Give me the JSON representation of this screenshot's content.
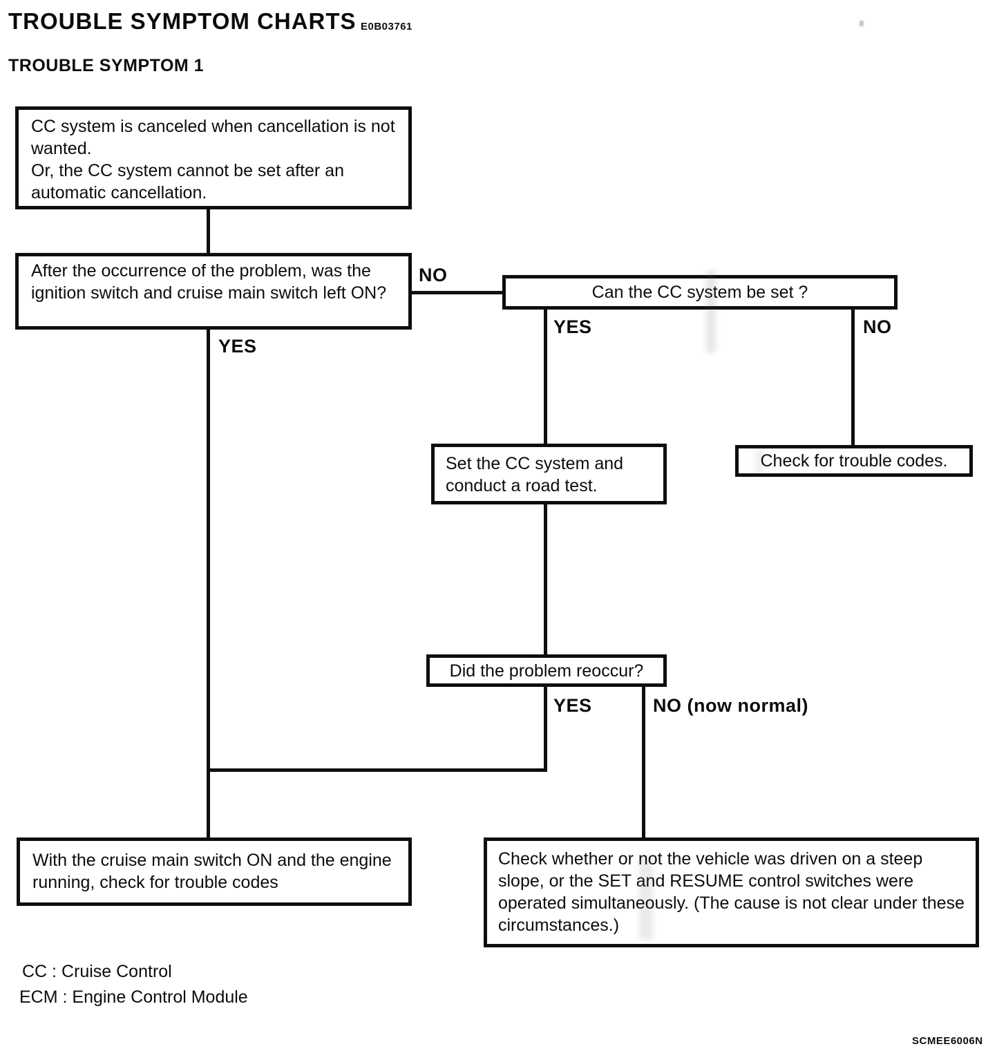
{
  "header": {
    "title": "TROUBLE SYMPTOM CHARTS",
    "code": "E0B03761",
    "section": "TROUBLE SYMPTOM 1"
  },
  "flowchart": {
    "nodes": {
      "symptom_line1": "CC system is canceled when cancellation is not wanted.",
      "symptom_line2": "Or, the CC system cannot be set after an automatic cancellation.",
      "q_switch_left_on": "After the occurrence of the problem, was the ignition switch and cruise main switch left ON?",
      "q_can_set": "Can the CC system be set ?",
      "action_road_test": "Set the CC system and conduct a road test.",
      "action_check_codes": "Check for trouble codes.",
      "q_reoccur": "Did the problem reoccur?",
      "action_check_codes_running": "With the cruise main switch ON and the engine running, check for trouble codes",
      "action_check_slope": "Check whether or not the vehicle was driven on a steep slope, or the SET and RESUME control switches were operated simultaneously. (The cause is not clear under these circumstances.)"
    },
    "labels": {
      "switch_no": "NO",
      "switch_yes": "YES",
      "can_set_yes": "YES",
      "can_set_no": "NO",
      "reoccur_yes": "YES",
      "reoccur_no": "NO (now normal)"
    }
  },
  "legend": {
    "cc": "CC : Cruise Control",
    "ecm": "ECM : Engine Control Module"
  },
  "footer": {
    "figure_code": "SCMEE6006N"
  }
}
